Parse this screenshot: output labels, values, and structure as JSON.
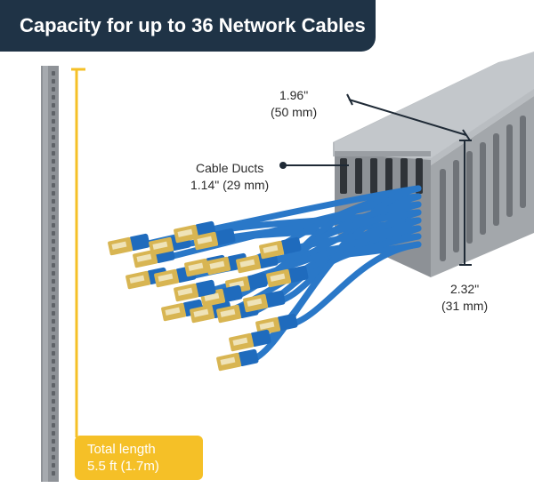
{
  "title": "Capacity for up to 36 Network Cables",
  "dimensions": {
    "width": {
      "inches": "1.96\"",
      "mm": "(50 mm)"
    },
    "cable_ducts": {
      "label": "Cable Ducts",
      "value": "1.14\" (29 mm)"
    },
    "height": {
      "inches": "2.32\"",
      "mm": "(31 mm)"
    }
  },
  "total_length": {
    "label": "Total length",
    "value": "5.5 ft (1.7m)"
  },
  "colors": {
    "title_background": "#1f3346",
    "accent_yellow": "#f5c027",
    "duct_gray": "#a9adb1",
    "cable_blue": "#2a78c8",
    "connector_gold": "#d8b552"
  }
}
